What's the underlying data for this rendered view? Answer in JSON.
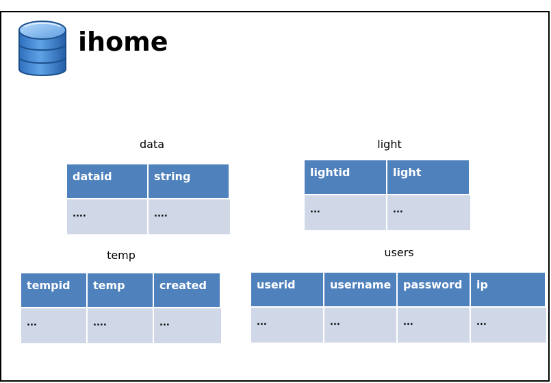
{
  "header": {
    "title": "ihome",
    "icon": "database-icon"
  },
  "colors": {
    "header_fill": "#4f81bd",
    "body_fill": "#d0d8e8",
    "icon_blue": "#4f8fd8"
  },
  "tables": {
    "data": {
      "name": "data",
      "columns": [
        "dataid",
        "string"
      ],
      "rows": [
        [
          "....",
          "...."
        ]
      ]
    },
    "light": {
      "name": "light",
      "columns": [
        "lightid",
        "light"
      ],
      "rows": [
        [
          "...",
          "..."
        ]
      ]
    },
    "temp": {
      "name": "temp",
      "columns": [
        "tempid",
        "temp",
        "created"
      ],
      "rows": [
        [
          "...",
          "....",
          "..."
        ]
      ]
    },
    "users": {
      "name": "users",
      "columns": [
        "userid",
        "username",
        "password",
        "ip"
      ],
      "rows": [
        [
          "...",
          "...",
          "...",
          "..."
        ]
      ]
    }
  }
}
